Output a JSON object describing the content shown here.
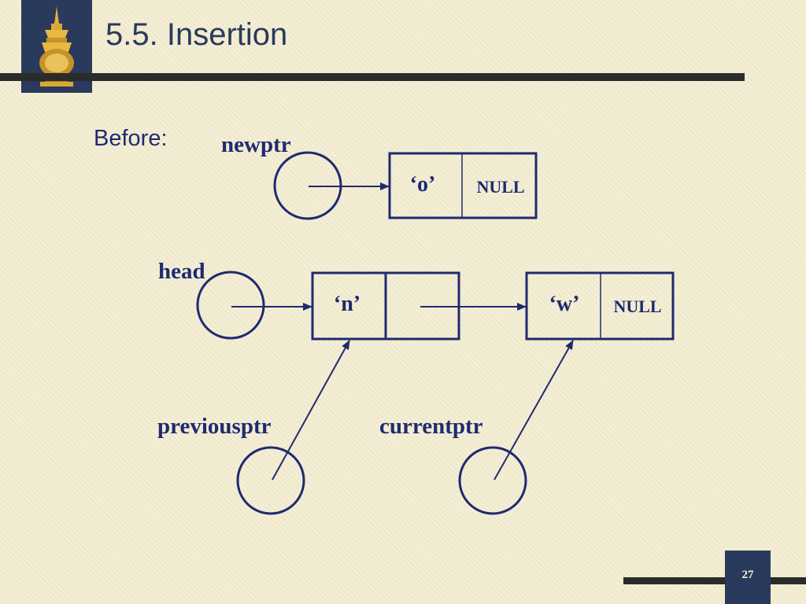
{
  "slide": {
    "title": "5.5. Insertion",
    "page_number": "27"
  },
  "diagram": {
    "before_label": "Before:",
    "pointers": {
      "newptr": "newptr",
      "head": "head",
      "previousptr": "previousptr",
      "currentptr": "currentptr"
    },
    "nodes": {
      "new_node": {
        "data": "‘o’",
        "link": "NULL"
      },
      "node_n": {
        "data": "‘n’",
        "link": ""
      },
      "node_w": {
        "data": "‘w’",
        "link": "NULL"
      }
    }
  },
  "colors": {
    "background": "#f4efd6",
    "dark_navy": "#2a3a5c",
    "text_blue": "#1f2a70",
    "bar": "#2b2b2b"
  }
}
